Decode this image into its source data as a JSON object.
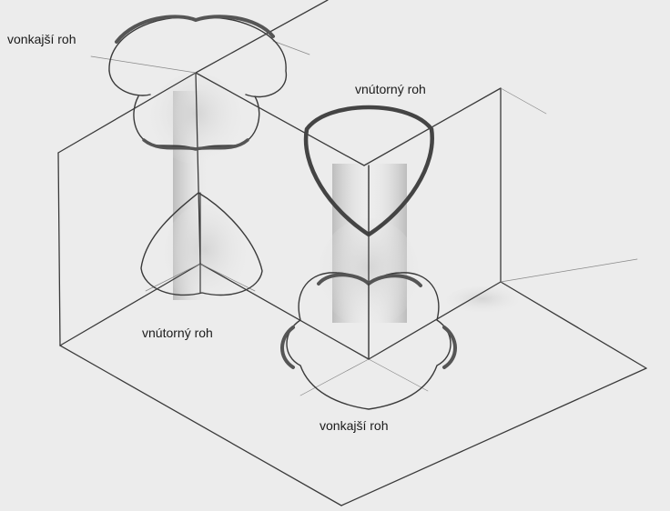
{
  "labels": {
    "outer_corner_top": "vonkajší roh",
    "inner_corner_right": "vnútorný roh",
    "inner_corner_left": "vnútorný roh",
    "outer_corner_bottom": "vonkajší roh"
  },
  "colors": {
    "background": "#ececec",
    "line": "#333333",
    "shading": "#bdbdbd"
  }
}
